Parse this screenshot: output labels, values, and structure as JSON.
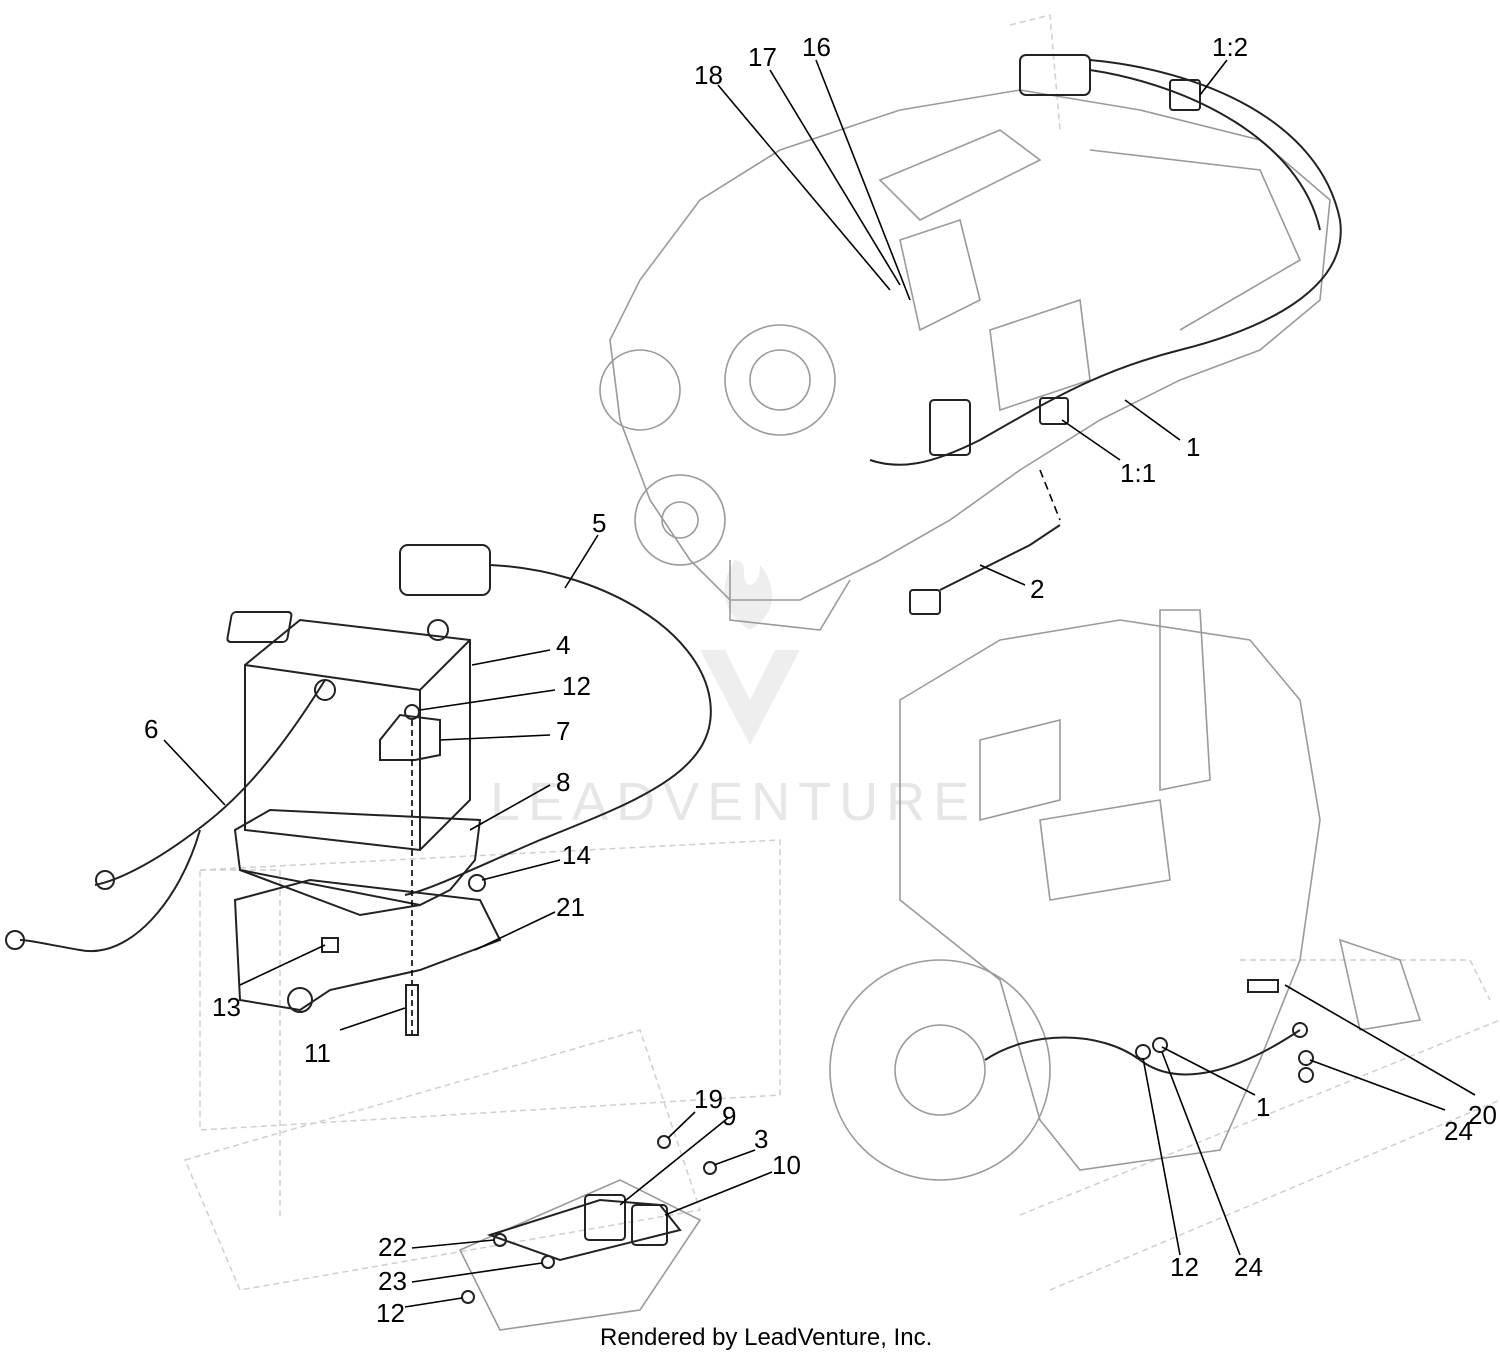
{
  "callouts": {
    "c18": "18",
    "c17": "17",
    "c16": "16",
    "c1_2": "1:2",
    "c1_top": "1",
    "c1_1": "1:1",
    "c5": "5",
    "c2": "2",
    "c4": "4",
    "c12_battery": "12",
    "c6": "6",
    "c7": "7",
    "c8": "8",
    "c14": "14",
    "c21": "21",
    "c13": "13",
    "c11": "11",
    "c19": "19",
    "c9": "9",
    "c3": "3",
    "c10": "10",
    "c22": "22",
    "c23": "23",
    "c12_bracket": "12",
    "c1_lower": "1",
    "c20": "20",
    "c24_right": "24",
    "c12_lower": "12",
    "c24_lower": "24"
  },
  "watermark": "LEADVENTURE",
  "footer": "Rendered by LeadVenture, Inc."
}
